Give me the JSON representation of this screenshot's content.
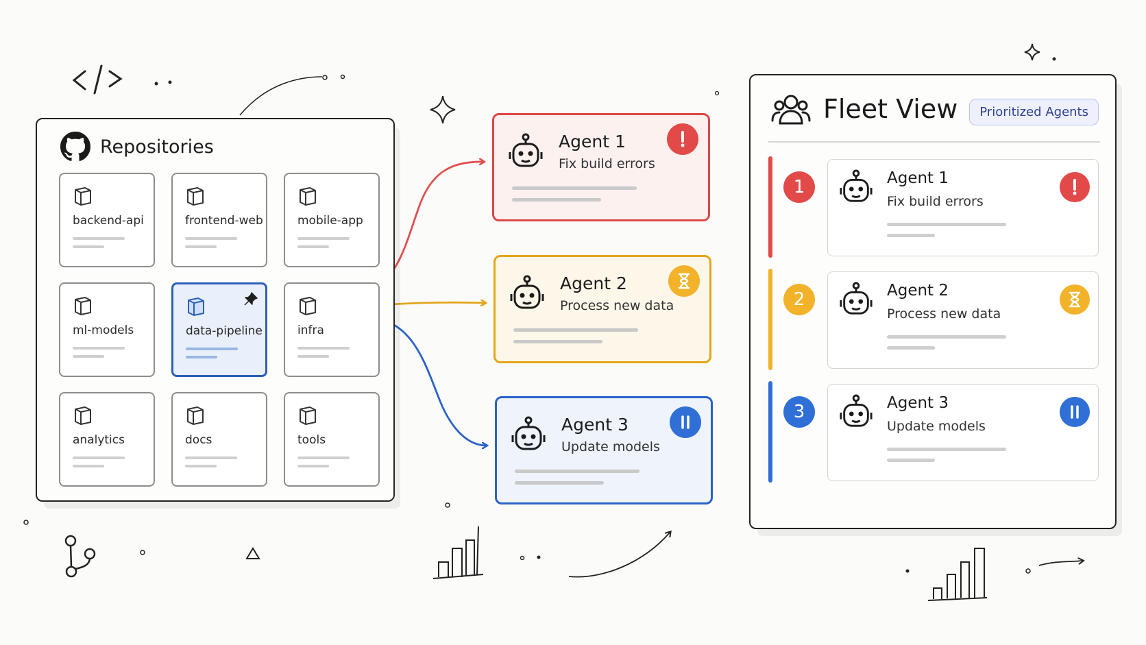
{
  "repositories": {
    "title": "Repositories",
    "items": [
      {
        "name": "backend-api"
      },
      {
        "name": "frontend-web"
      },
      {
        "name": "mobile-app"
      },
      {
        "name": "ml-models"
      },
      {
        "name": "data-pipeline",
        "selected": true
      },
      {
        "name": "infra"
      },
      {
        "name": "analytics"
      },
      {
        "name": "docs"
      },
      {
        "name": "tools"
      }
    ]
  },
  "agents": [
    {
      "name": "Agent 1",
      "task": "Fix build errors",
      "status": "error",
      "status_icon": "exclamation-icon",
      "color": "#dc4646"
    },
    {
      "name": "Agent 2",
      "task": "Process new data",
      "status": "waiting",
      "status_icon": "hourglass-icon",
      "color": "#e3a51a"
    },
    {
      "name": "Agent 3",
      "task": "Update models",
      "status": "paused",
      "status_icon": "pause-icon",
      "color": "#2a62c8"
    }
  ],
  "fleet": {
    "title": "Fleet View",
    "badge": "Prioritized Agents",
    "rows": [
      {
        "rank": "1",
        "name": "Agent 1",
        "task": "Fix build errors",
        "color": "#e24a4a"
      },
      {
        "rank": "2",
        "name": "Agent 2",
        "task": "Process new data",
        "color": "#f2b32a"
      },
      {
        "rank": "3",
        "name": "Agent 3",
        "task": "Update models",
        "color": "#2f6fd6"
      }
    ]
  }
}
